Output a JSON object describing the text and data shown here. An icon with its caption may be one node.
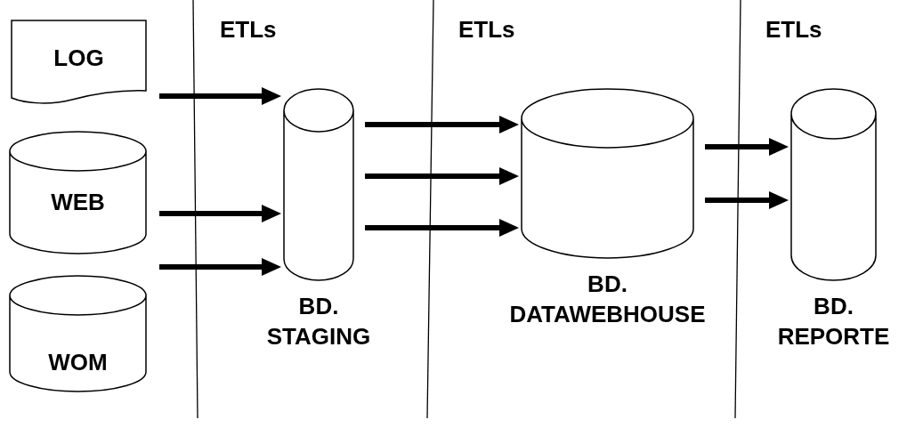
{
  "diagram": {
    "nodes": [
      {
        "text": [
          "LOG"
        ]
      },
      {
        "text": [
          "WEB"
        ]
      },
      {
        "text": [
          "WOM"
        ]
      },
      {
        "text": [],
        "shape": "cylinder",
        "beside": [
          "BD. STAGING"
        ]
      },
      {
        "text": [],
        "shape": "cylinder",
        "beside": [
          "BD. DATAWEBHOUSE"
        ]
      },
      {
        "text": [],
        "shape": "cylinder",
        "beside": [
          "BD. REPORTE"
        ]
      }
    ],
    "edges": [
      {
        "from": 0,
        "to": 3,
        "arrow": "to"
      },
      {
        "from": 1,
        "to": 3,
        "arrow": "to"
      },
      {
        "from": 2,
        "to": 3,
        "arrow": "to"
      },
      {
        "from": 3,
        "to": 4,
        "arrow": "to"
      },
      {
        "from": 3,
        "to": 4,
        "arrow": "to"
      },
      {
        "from": 3,
        "to": 4,
        "arrow": "to"
      },
      {
        "from": 4,
        "to": 5,
        "arrow": "to"
      },
      {
        "from": 4,
        "to": 5,
        "arrow": "to"
      }
    ],
    "labels": [
      "ETLs",
      "ETLs",
      "ETLs"
    ]
  }
}
